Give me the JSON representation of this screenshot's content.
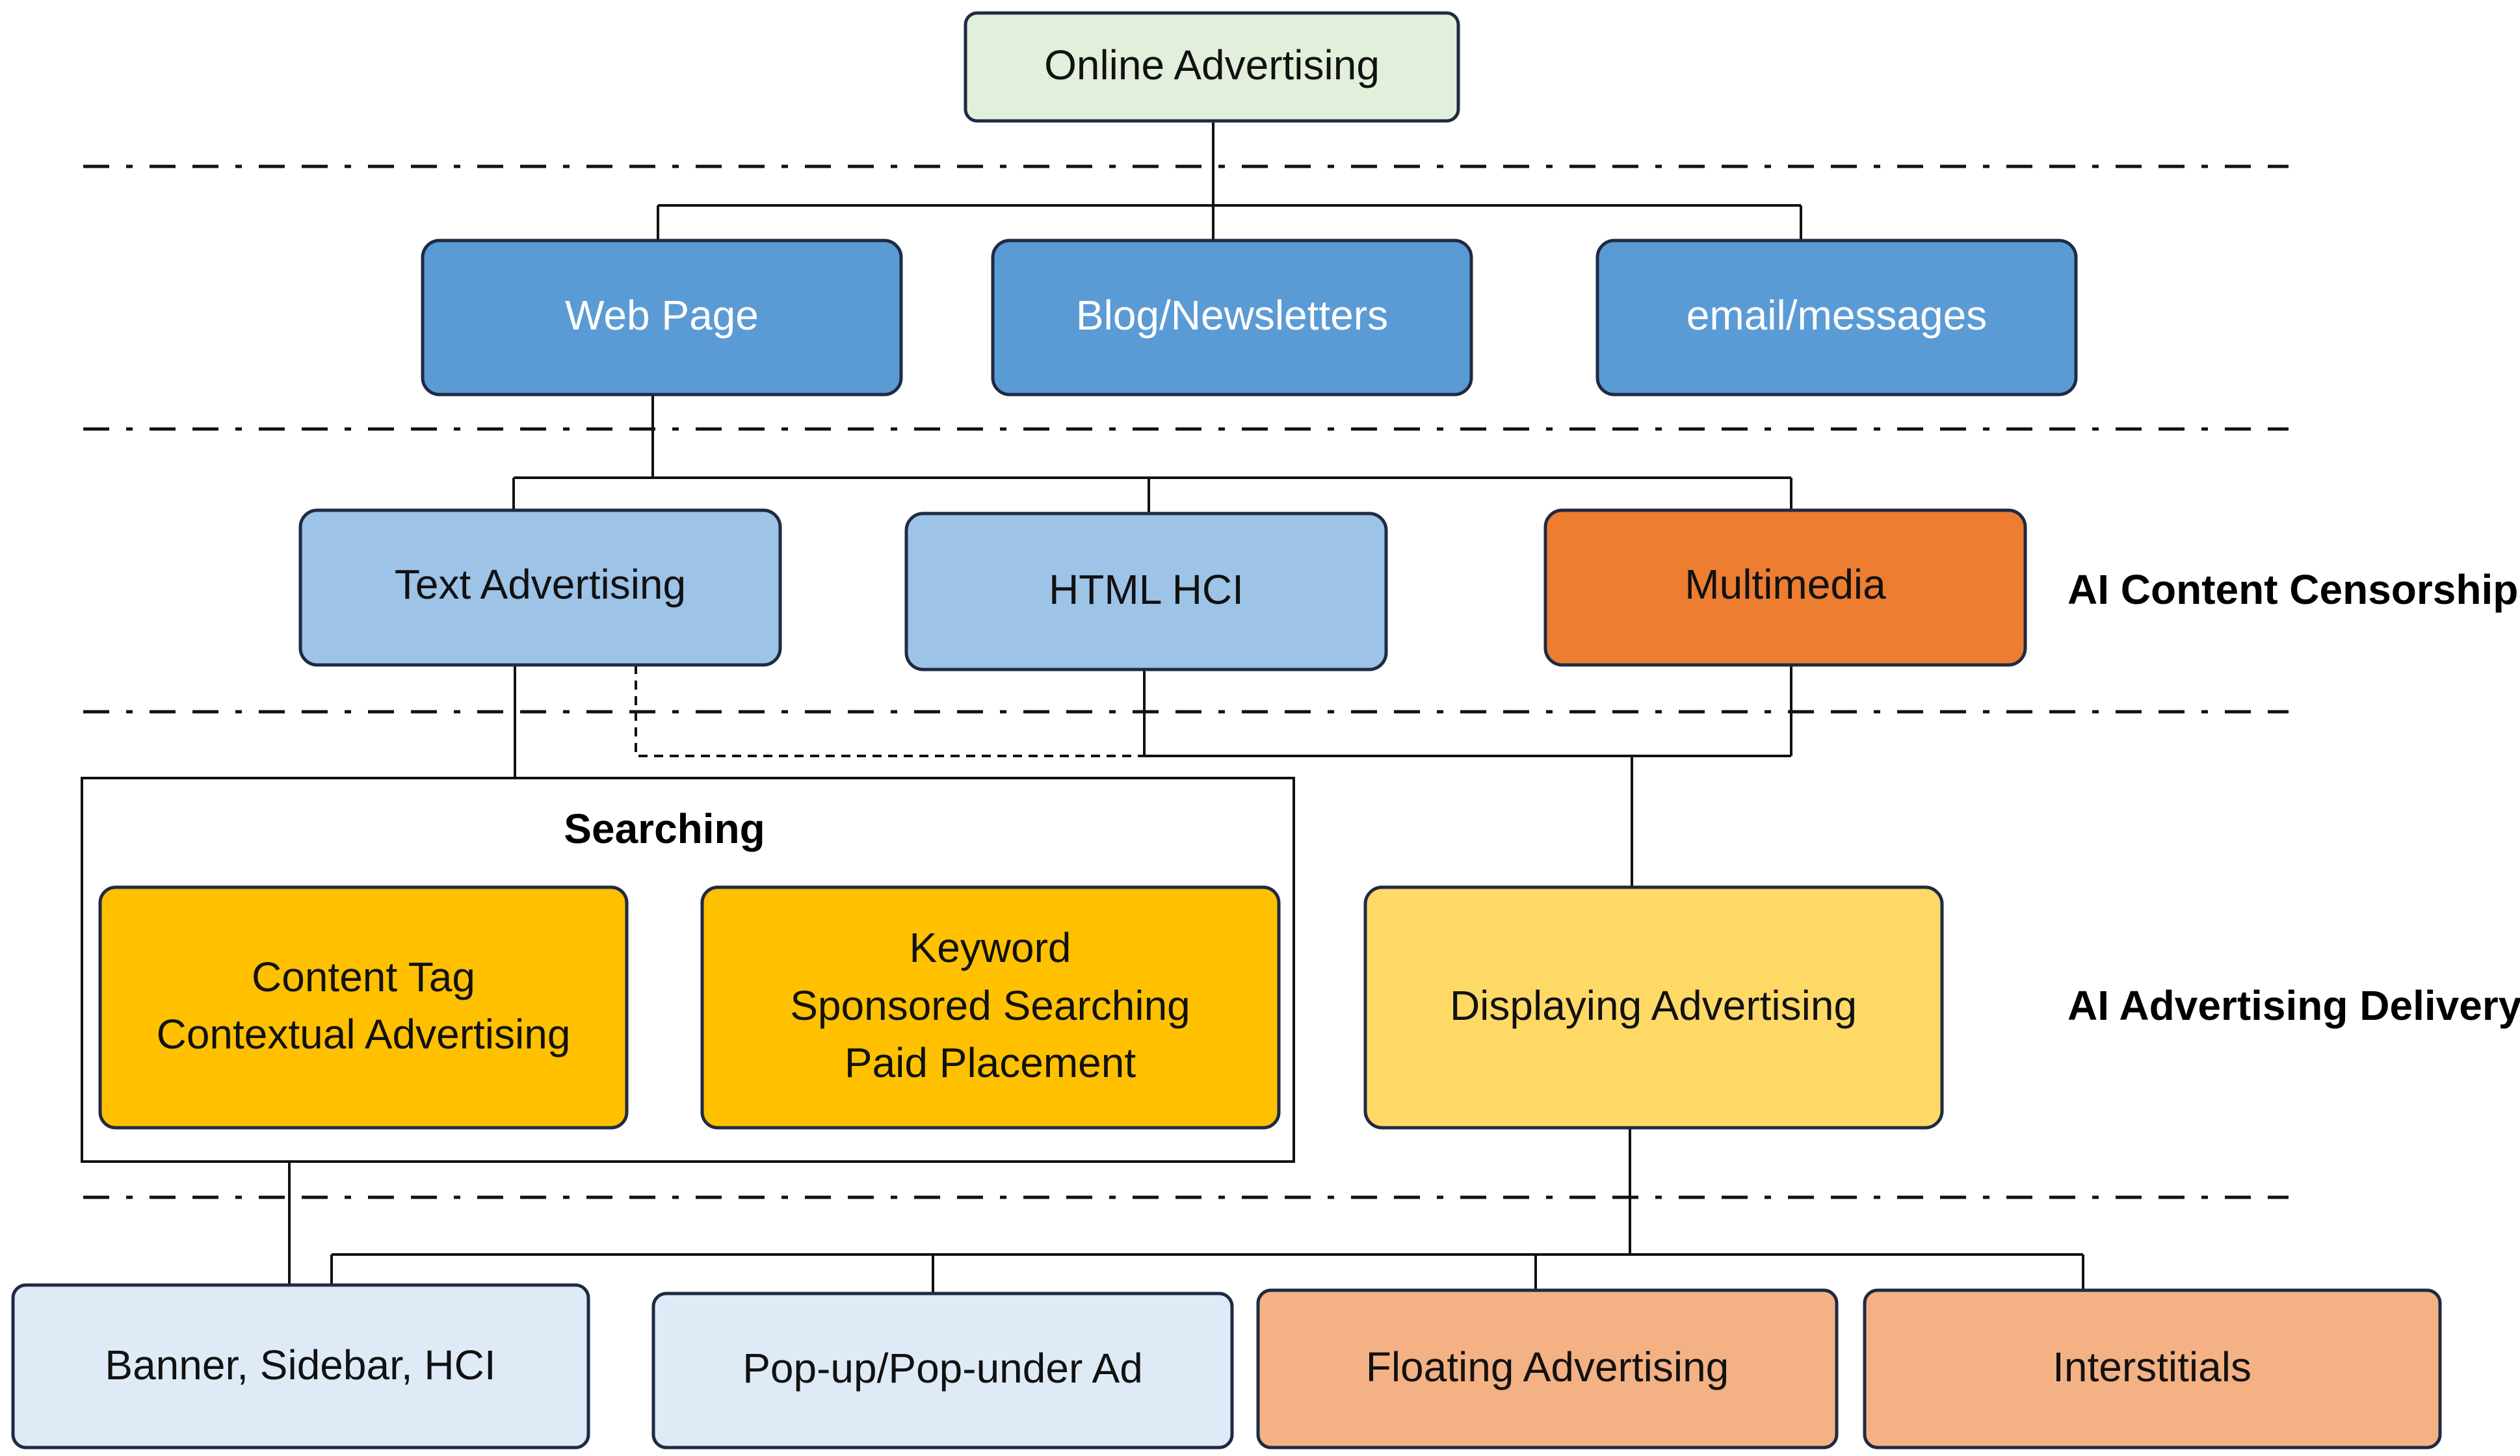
{
  "nodes": {
    "online_advertising": {
      "label": "Online Advertising",
      "fill": "#e2efda"
    },
    "web_page": {
      "label": "Web Page",
      "fill": "#5b9bd5"
    },
    "blog_newsletters": {
      "label": "Blog/Newsletters",
      "fill": "#5b9bd5"
    },
    "email_messages": {
      "label": "email/messages",
      "fill": "#5b9bd5"
    },
    "text_advertising": {
      "label": "Text Advertising",
      "fill": "#9dc3e6"
    },
    "html_hci": {
      "label": "HTML HCI",
      "fill": "#9dc3e6"
    },
    "multimedia": {
      "label": "Multimedia",
      "fill": "#ed7d31"
    },
    "content_tag": {
      "lines": [
        "Content Tag",
        "Contextual Advertising"
      ],
      "fill": "#ffc000"
    },
    "keyword": {
      "lines": [
        "Keyword",
        "Sponsored Searching",
        "Paid Placement"
      ],
      "fill": "#ffc000"
    },
    "displaying_advertising": {
      "label": "Displaying Advertising",
      "fill": "#ffd966"
    },
    "banner": {
      "label": "Banner, Sidebar, HCI",
      "fill": "#deebf7"
    },
    "popup": {
      "label": "Pop-up/Pop-under Ad",
      "fill": "#deebf7"
    },
    "floating": {
      "label": "Floating Advertising",
      "fill": "#f4b183"
    },
    "interstitials": {
      "label": "Interstitials",
      "fill": "#f4b183"
    }
  },
  "group": {
    "title": "Searching"
  },
  "layers": {
    "content_censorship": "AI Content Censorship",
    "advertising_delivery": "AI Advertising Delivery"
  }
}
